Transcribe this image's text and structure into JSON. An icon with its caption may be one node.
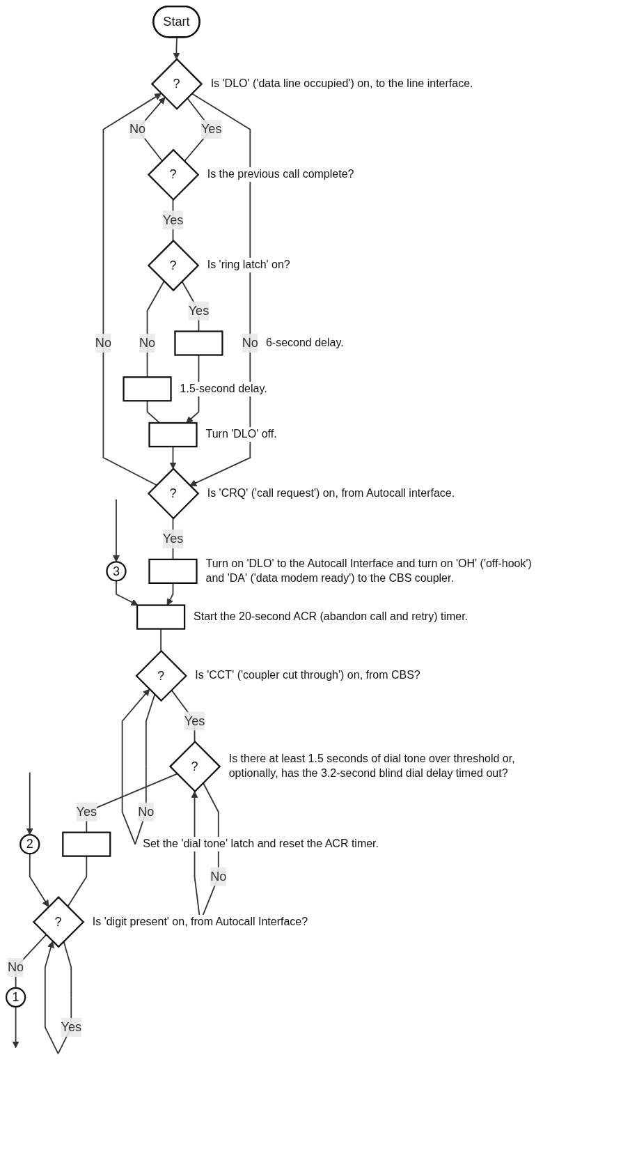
{
  "diagram": {
    "nodes": [
      {
        "text": [
          "Start"
        ]
      },
      {
        "text": [
          "?"
        ],
        "beside": [
          "Is 'DLO' ('data line occupied') on, to the line interface."
        ]
      },
      {
        "text": [
          "?"
        ],
        "beside": [
          "Is the previous call complete?"
        ]
      },
      {
        "text": [
          "?"
        ],
        "beside": [
          "Is 'ring latch' on?"
        ]
      },
      {
        "text": [],
        "shape": "box",
        "beside": [
          "6-second delay."
        ]
      },
      {
        "text": [],
        "shape": "box",
        "beside": [
          "1.5-second delay."
        ]
      },
      {
        "text": [],
        "shape": "box",
        "beside": [
          "Turn 'DLO' off."
        ]
      },
      {
        "text": [
          "?"
        ],
        "beside": [
          "Is 'CRQ' ('call request') on, from Autocall interface."
        ]
      },
      {
        "text": [],
        "shape": "box",
        "beside": [
          "Turn on 'DLO' to the Autocall Interface and turn on 'OH' ('off-hook') and 'DA' ('data modem ready') to the CBS coupler."
        ]
      },
      {
        "text": [
          "3"
        ]
      },
      {
        "text": [],
        "shape": "box",
        "beside": [
          "Start the 20-second ACR (abandon call and retry) timer."
        ]
      },
      {
        "text": [
          "?"
        ],
        "beside": [
          "Is 'CCT' ('coupler cut through') on, from CBS?"
        ]
      },
      {
        "text": [
          "?"
        ],
        "beside": [
          "Is there at least 1.5 seconds of dial tone over threshold or, optionally, has the 3.2-second blind dial delay timed out?"
        ]
      },
      {
        "text": [],
        "shape": "box",
        "beside": [
          "Set the 'dial tone' latch and reset the ACR timer."
        ]
      },
      {
        "text": [
          "2"
        ]
      },
      {
        "text": [
          "?"
        ],
        "beside": [
          "Is 'digit present' on, from Autocall Interface?"
        ]
      },
      {
        "text": [
          "1"
        ]
      }
    ],
    "edges": [
      {
        "from": 0,
        "to": 1,
        "arrow": "to"
      },
      {
        "from": 1,
        "to": 2,
        "arrow": "none",
        "label": "Yes"
      },
      {
        "from": 1,
        "to": 7,
        "arrow": "to",
        "label": "No"
      },
      {
        "from": 2,
        "to": 1,
        "arrow": "to",
        "label": "No"
      },
      {
        "from": 2,
        "to": 3,
        "arrow": "none",
        "label": "Yes"
      },
      {
        "from": 3,
        "to": 4,
        "arrow": "none",
        "label": "Yes"
      },
      {
        "from": 3,
        "to": 5,
        "arrow": "none",
        "label": "No"
      },
      {
        "from": 4,
        "to": 6,
        "arrow": "to"
      },
      {
        "from": 5,
        "to": 6,
        "arrow": "none"
      },
      {
        "from": 6,
        "to": 7,
        "arrow": "to"
      },
      {
        "from": 7,
        "to": 1,
        "arrow": "to",
        "label": "No"
      },
      {
        "from": 7,
        "to": 8,
        "arrow": "none",
        "label": "Yes"
      },
      {
        "from": 8,
        "to": 10,
        "arrow": "to"
      },
      {
        "from": null,
        "to": 9,
        "arrow": "to"
      },
      {
        "from": 9,
        "to": 10,
        "arrow": "to"
      },
      {
        "from": 10,
        "to": 11,
        "arrow": "none"
      },
      {
        "from": 11,
        "to": 11,
        "arrow": "to",
        "label": "No"
      },
      {
        "from": 11,
        "to": 12,
        "arrow": "none",
        "label": "Yes"
      },
      {
        "from": 12,
        "to": 12,
        "arrow": "to",
        "label": "No"
      },
      {
        "from": 12,
        "to": 13,
        "arrow": "none",
        "label": "Yes"
      },
      {
        "from": 13,
        "to": 15,
        "arrow": "none"
      },
      {
        "from": null,
        "to": 14,
        "arrow": "to"
      },
      {
        "from": 14,
        "to": 15,
        "arrow": "to"
      },
      {
        "from": 15,
        "to": 15,
        "arrow": "to",
        "label": "Yes"
      },
      {
        "from": 15,
        "to": 16,
        "arrow": "none",
        "label": "No"
      },
      {
        "from": 16,
        "to": null,
        "arrow": "to"
      }
    ]
  }
}
